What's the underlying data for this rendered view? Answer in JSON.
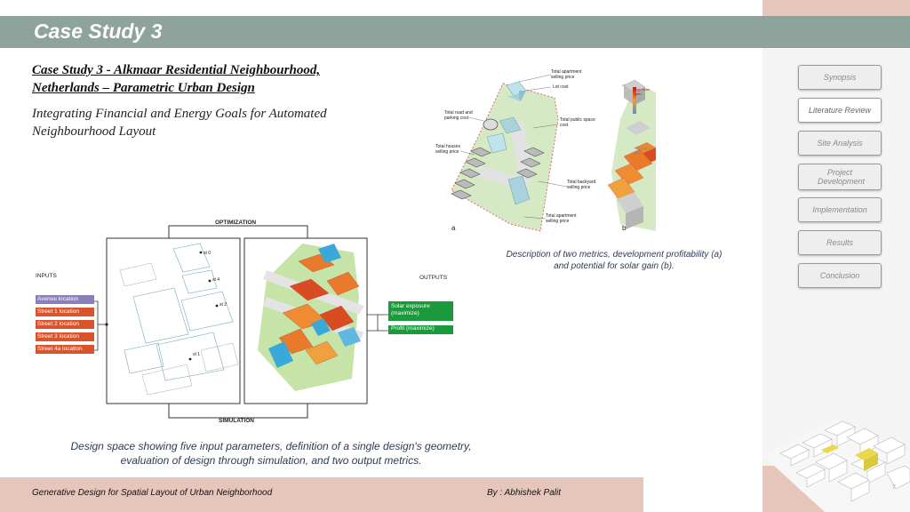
{
  "header": {
    "title": "Case Study 3"
  },
  "content": {
    "title_line1": "Case Study 3 - Alkmaar Residential Neighbourhood,",
    "title_line2": "Netherlands – Parametric Urban Design",
    "subtitle_line1": "Integrating Financial and Energy Goals for Automated",
    "subtitle_line2": "Neighbourhood Layout"
  },
  "figure_top": {
    "labels": {
      "total_apartment_selling_price_top": "Total apartment selling price",
      "lot_cost": "Lot cost",
      "road_parking_cost": "Total road and parking cost",
      "public_space_cost": "Total public space cost",
      "houses_selling_price": "Total houses selling price",
      "backyard_selling_price": "Total backyard selling price",
      "apartment_selling_price_bottom": "Total apartment selling price",
      "panel_a": "a",
      "panel_b": "b",
      "legend_high": "high solar gain",
      "legend_low": "low solar gain"
    },
    "caption_line1": "Description of two metrics, development profitability (a)",
    "caption_line2": "and potential for solar gain (b)."
  },
  "figure_bottom": {
    "optimization": "OPTIMIZATION",
    "simulation": "SIMULATION",
    "inputs_label": "INPUTS",
    "outputs_label": "OUTPUTS",
    "inputs": [
      {
        "label": "Avenue location",
        "color": "#8a7fb8"
      },
      {
        "label": "Street 1 location",
        "color": "#d9532b"
      },
      {
        "label": "Street 2 location",
        "color": "#d9532b"
      },
      {
        "label": "Street 3 location",
        "color": "#d9532b"
      },
      {
        "label": "Street 4a location",
        "color": "#d9532b"
      }
    ],
    "outputs": [
      {
        "label": "Solar exposure (maximize)"
      },
      {
        "label": "Profit (maximize)"
      }
    ],
    "street_labels": [
      "st 0",
      "st 4",
      "st 2",
      "st 1"
    ],
    "caption_line1": "Design space showing five input parameters, definition of a single design's geometry,",
    "caption_line2": "evaluation of design through simulation, and two output metrics."
  },
  "nav": {
    "items": [
      {
        "label": "Synopsis"
      },
      {
        "label": "Literature Review"
      },
      {
        "label": "Site Analysis"
      },
      {
        "label": "Project Development"
      },
      {
        "label": "Implementation"
      },
      {
        "label": "Results"
      },
      {
        "label": "Conclusion"
      }
    ],
    "active_index": 1
  },
  "footer": {
    "left": "Generative Design for Spatial Layout of Urban Neighborhood",
    "right": "By : Abhishek Palit",
    "page_number": "7"
  }
}
